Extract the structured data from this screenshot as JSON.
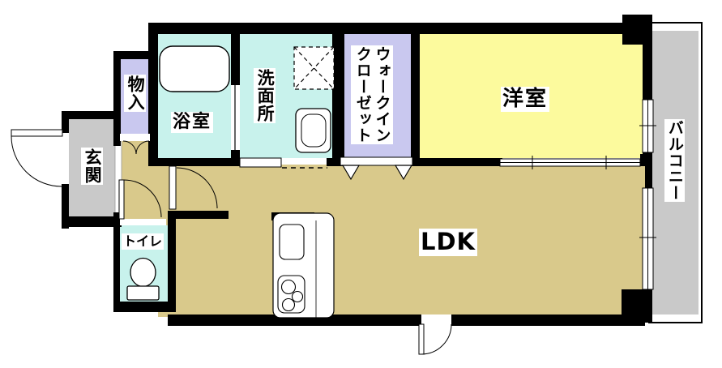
{
  "floor_plan": {
    "rooms": {
      "ldk": {
        "label": "LDK"
      },
      "western_room": {
        "label": "洋室"
      },
      "balcony": {
        "label": "バルコニー"
      },
      "entrance": {
        "label": "玄関"
      },
      "storage": {
        "label": "物入"
      },
      "bathroom": {
        "label": "浴室"
      },
      "washroom": {
        "label": "洗面所"
      },
      "walk_in_closet": {
        "label_line1": "ウォークイン",
        "label_line2": "クローゼット"
      },
      "toilet": {
        "label": "トイレ"
      }
    },
    "colors": {
      "floor_tan": "#D9C98B",
      "western_room_yellow": "#FCFA9D",
      "wet_area_cyan": "#C8F2EC",
      "closet_lavender": "#C9C8EF",
      "entrance_gray": "#C9C9C9",
      "balcony_gray": "#C9C9C9",
      "wall_black": "#000000",
      "background_white": "#FFFFFF"
    }
  }
}
